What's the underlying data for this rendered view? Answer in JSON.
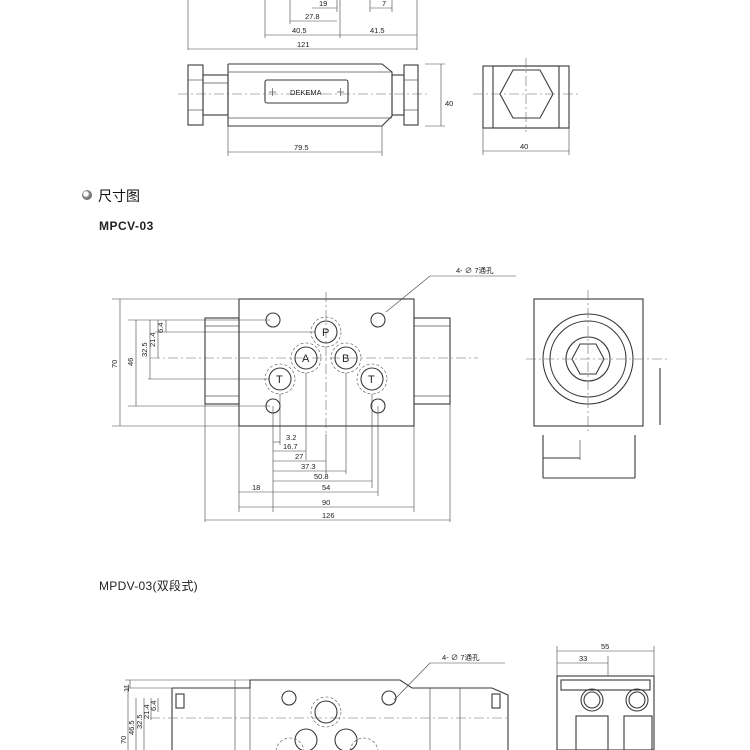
{
  "top_view": {
    "dims": [
      "19",
      "27.8",
      "7",
      "40.5",
      "41.5",
      "121",
      "79.5",
      "40",
      "40"
    ],
    "brand_label": "DEKEMA"
  },
  "section": {
    "title": "尺寸图",
    "bullet_icon": "circle-bullet-icon"
  },
  "mpcv03": {
    "model": "MPCV-03",
    "callout": "4- ∅  7通孔",
    "ports": [
      "P",
      "A",
      "B",
      "T",
      "T"
    ],
    "vertical_dims": [
      "70",
      "46",
      "32.5",
      "21.4",
      "6.4"
    ],
    "horizontal_dims": [
      "3.2",
      "16.7",
      "27",
      "37.3",
      "50.8",
      "54",
      "90",
      "18",
      "126"
    ]
  },
  "mpdv03": {
    "model": "MPDV-03(双段式)",
    "callout": "4- ∅  7通孔",
    "vertical_dims": [
      "11",
      "70",
      "46.5",
      "32.5",
      "21.4",
      "6.4"
    ],
    "side_dims": [
      "55",
      "33"
    ]
  }
}
